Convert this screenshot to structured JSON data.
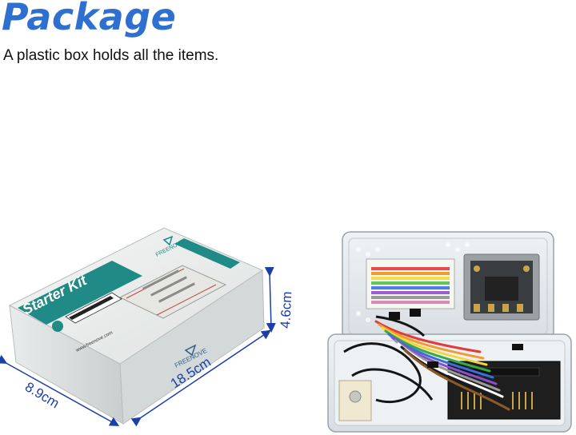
{
  "header": {
    "title": "Package",
    "subtitle": "A plastic box holds all the items."
  },
  "box": {
    "brand": "FREENOVE",
    "product_name": "Starter Kit",
    "website": "www.freenove.com"
  },
  "dimensions": {
    "length": "18.5cm",
    "width": "8.9cm",
    "height": "4.6cm"
  },
  "colors": {
    "title": "#2f6fd0",
    "dimension_lines": "#1b3fa8",
    "box_teal": "#1f8a86"
  }
}
